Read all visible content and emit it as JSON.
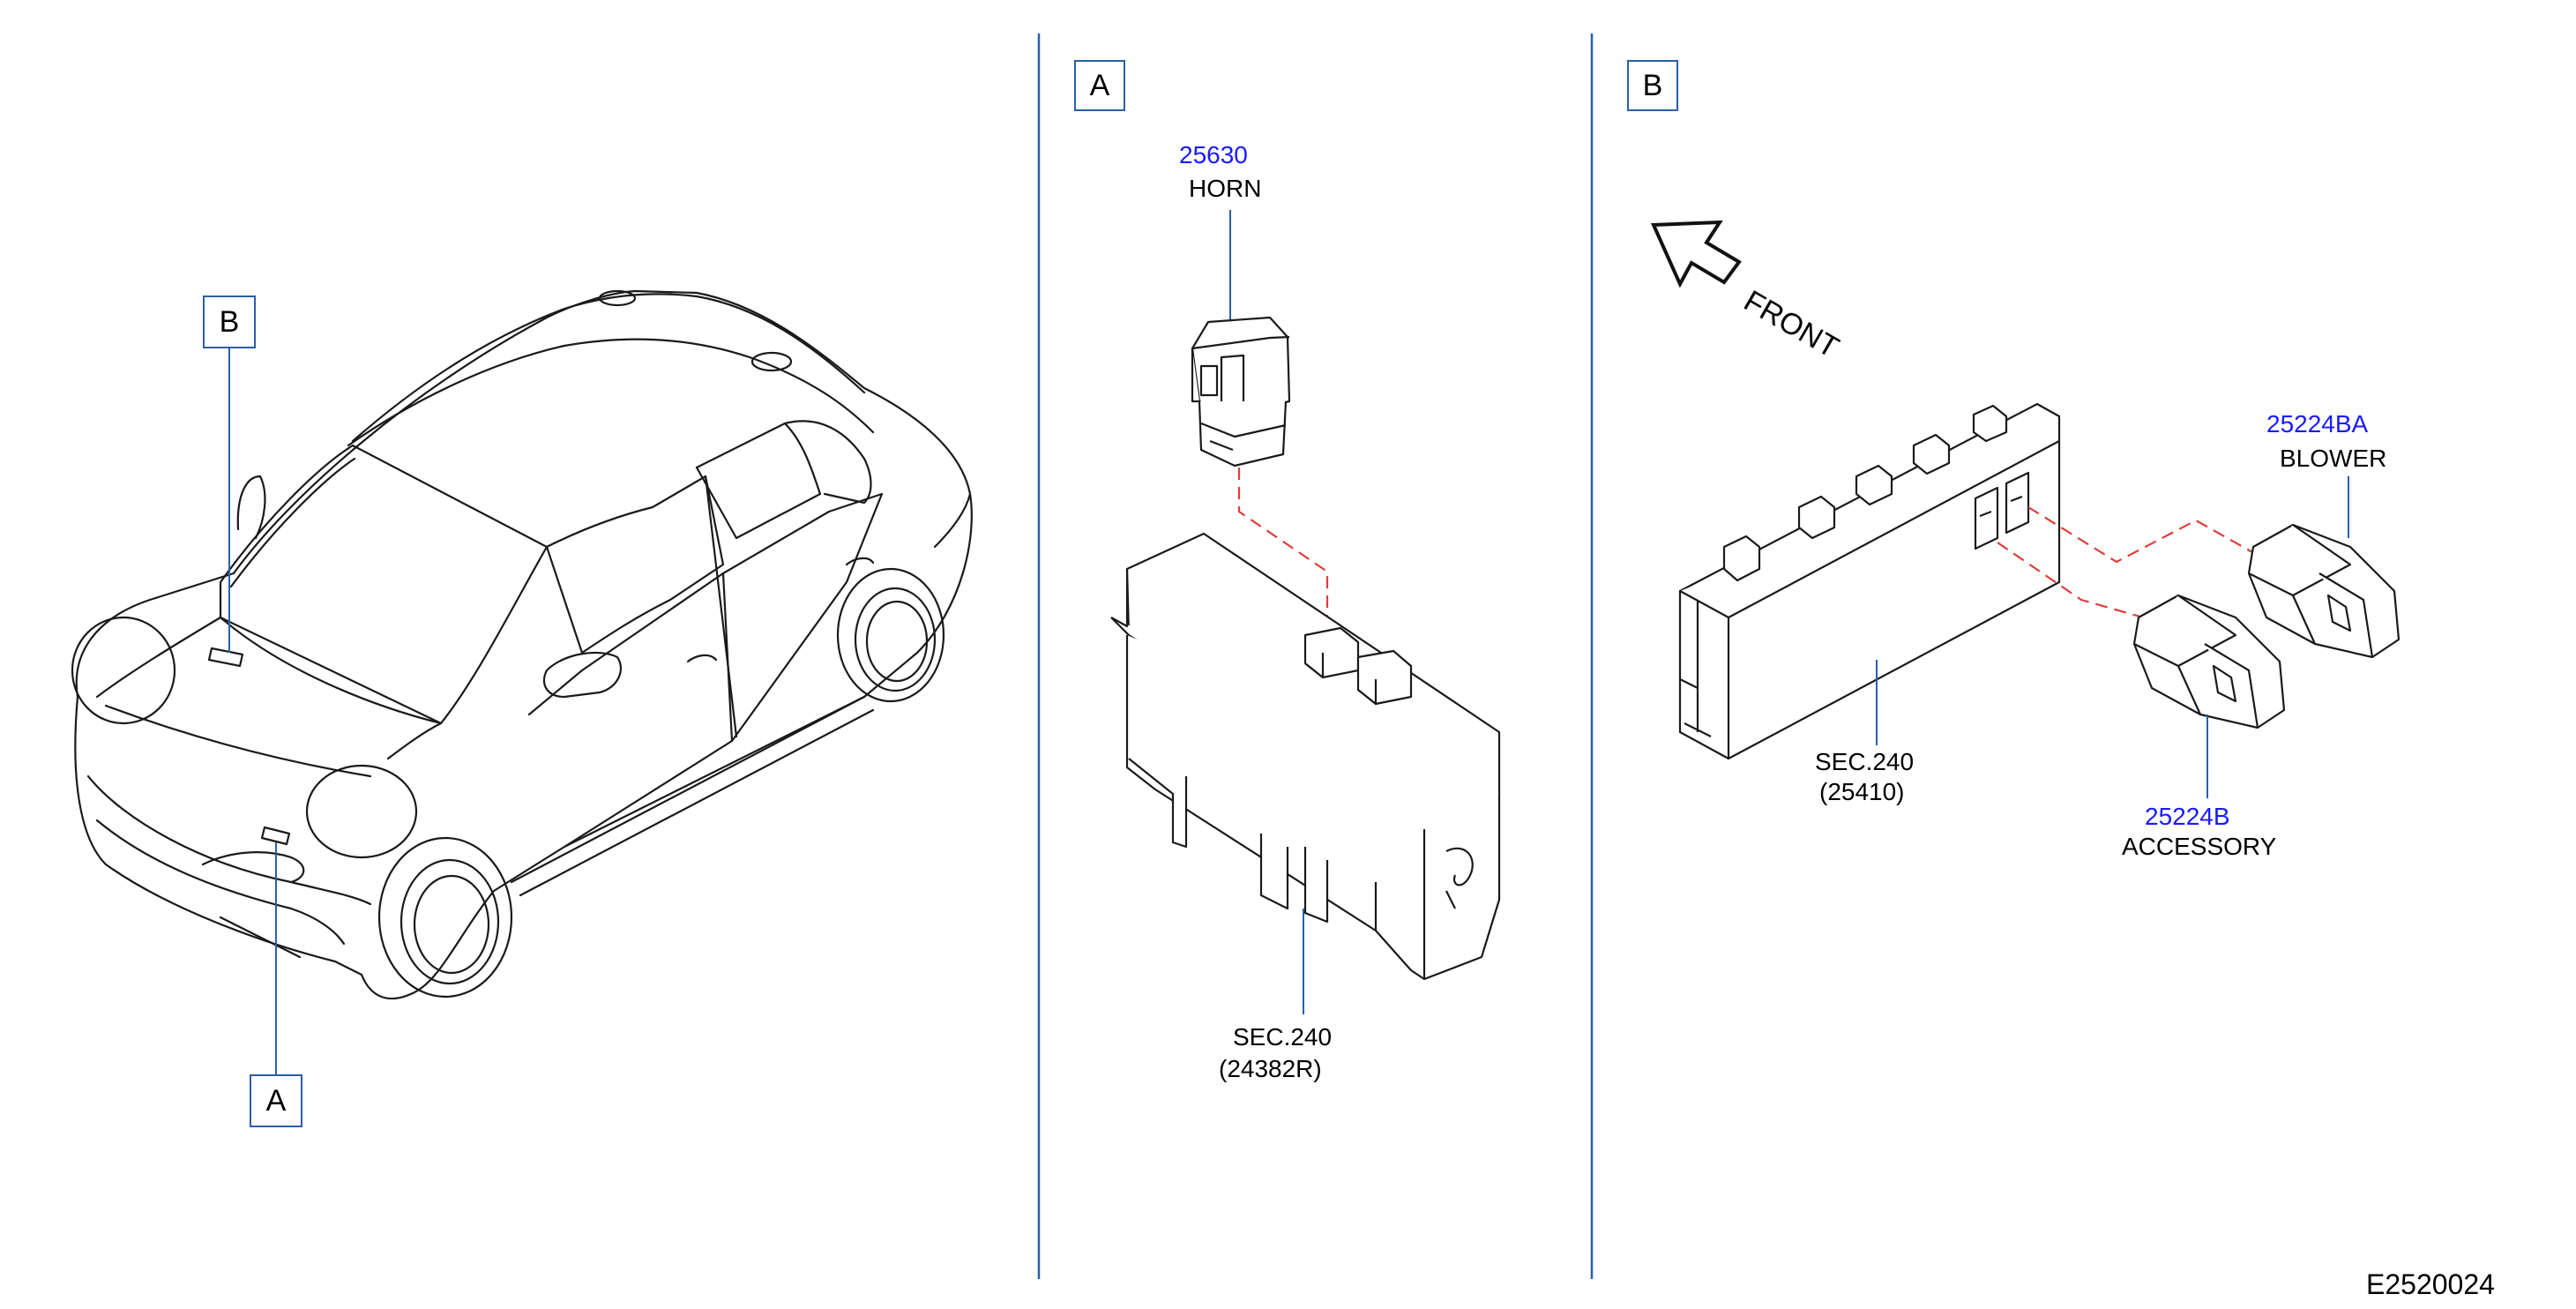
{
  "colors": {
    "leader": "#2a5fa8",
    "part_number": "#1a1aff",
    "dashed_link": "#e03c3c",
    "outline": "#1a1a1a"
  },
  "overview": {
    "callout_a": "A",
    "callout_b": "B"
  },
  "panel_a": {
    "label": "A",
    "horn": {
      "part_number": "25630",
      "name": "HORN"
    },
    "relay_box": {
      "section": "SEC.240",
      "ref": "(24382R)"
    }
  },
  "panel_b": {
    "label": "B",
    "front_arrow_label": "FRONT",
    "blower": {
      "part_number": "25224BA",
      "name": "BLOWER"
    },
    "accessory": {
      "part_number": "25224B",
      "name": "ACCESSORY"
    },
    "fuse_block": {
      "section": "SEC.240",
      "ref": "(25410)"
    }
  },
  "figure_code": "E2520024"
}
